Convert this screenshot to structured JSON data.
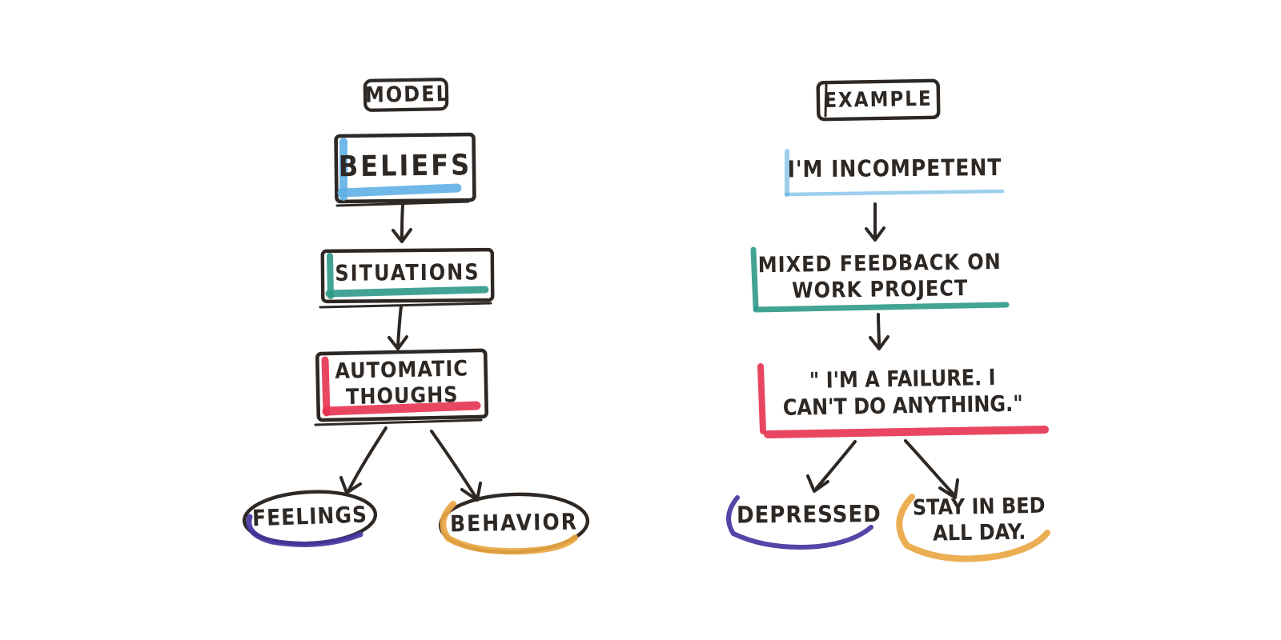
{
  "colors": {
    "ink": "#2e2824",
    "blue": "#5fафe4",
    "blue_fixed": "#5fb0e4",
    "teal": "#2f998a",
    "red": "#e73350",
    "purple": "#46349f",
    "orange": "#eaa743"
  },
  "model_column": {
    "header": "MODEL",
    "beliefs": "BELIEFS",
    "situations": "SITUATIONS",
    "automatic_thoughts": "AUTOMATIC\nTHOUGHS",
    "feelings": "FEELINGS",
    "behavior": "BEHAVIOR"
  },
  "example_column": {
    "header": "EXAMPLE",
    "belief": "I'M INCOMPETENT",
    "situation": "MIXED FEEDBACK ON\nWORK PROJECT",
    "automatic_thought": "\" I'M A FAILURE. I\nCAN'T DO ANYTHING.\"",
    "feeling": "DEPRESSED",
    "behavior": "STAY IN BED\nALL DAY."
  }
}
